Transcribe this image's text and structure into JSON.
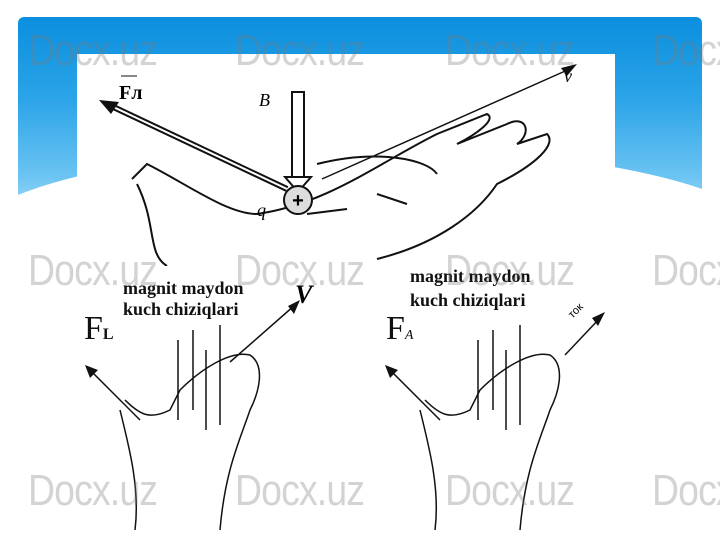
{
  "watermark": "Docx.uz",
  "top_figure": {
    "force_label": "Fл",
    "field_label": "B",
    "velocity_label": "v",
    "charge_label": "q",
    "charge_sign": "+"
  },
  "left_figure": {
    "title_line1": "magnit maydon",
    "title_line2": "kuch chiziqlari",
    "force_label": "F",
    "force_sub": "L",
    "velocity_label": "V"
  },
  "right_figure": {
    "title_line1": "magnit maydon",
    "title_line2": "kuch chiziqlari",
    "force_label": "F",
    "force_sub": "A",
    "current_label": "ток"
  }
}
